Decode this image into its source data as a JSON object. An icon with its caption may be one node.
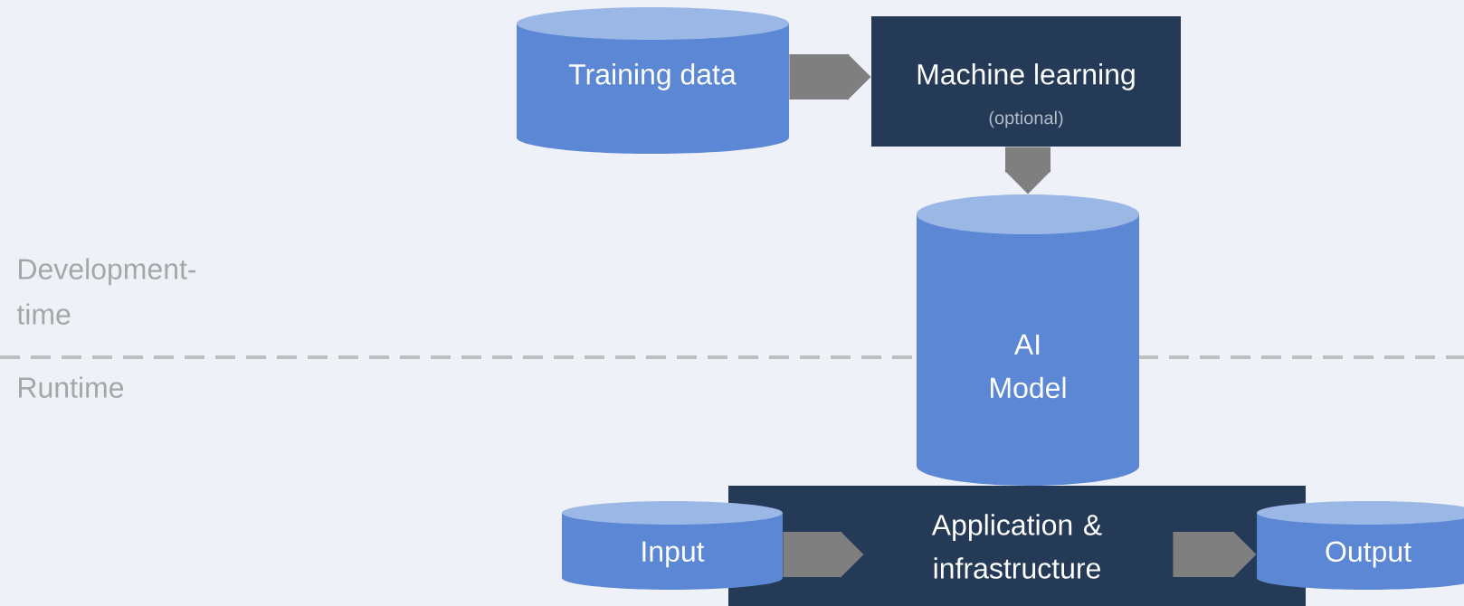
{
  "diagram": {
    "nodes": [
      {
        "text": [
          "Training data"
        ]
      },
      {
        "text": [
          "Machine learning",
          "(optional)"
        ]
      },
      {
        "text": [
          "AI Model"
        ]
      },
      {
        "text": [
          "Application & infrastructure"
        ]
      },
      {
        "text": [
          "Input"
        ]
      },
      {
        "text": [
          "Output"
        ]
      }
    ],
    "edges": [
      {
        "from": 0,
        "to": 1,
        "arrow": "to"
      },
      {
        "from": 1,
        "to": 2,
        "arrow": "to"
      },
      {
        "from": 4,
        "to": 3,
        "arrow": "to"
      },
      {
        "from": 3,
        "to": 5,
        "arrow": "to"
      }
    ],
    "labels": [
      "Development-time",
      "Runtime"
    ]
  }
}
